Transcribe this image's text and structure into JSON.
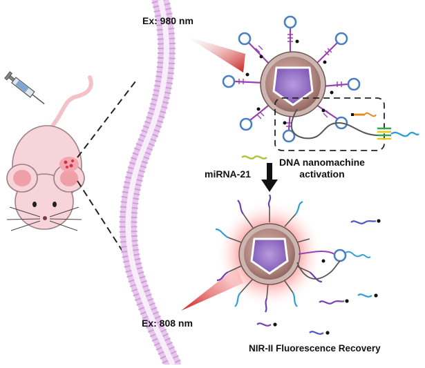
{
  "labels": {
    "ex_top": "Ex: 980 nm",
    "ex_bottom": "Ex: 808 nm",
    "mirna": "miRNA-21",
    "activation_line1": "DNA nanomachine",
    "activation_line2": "activation",
    "recovery": "NIR-II Fluorescence Recovery"
  },
  "colors": {
    "membrane": "#d6a8de",
    "membrane_edge": "#b27abf",
    "mouse_body": "#f7d4d9",
    "tumor": "#d9303f",
    "nanoparticle_shell": "#b08680",
    "nanoparticle_core": "#8e6cc0",
    "dna_stem": "#9a3fb2",
    "hairpin_loop": "#4a7fc4",
    "laser": "#c81e1e",
    "glow": "#ff4d4d"
  }
}
